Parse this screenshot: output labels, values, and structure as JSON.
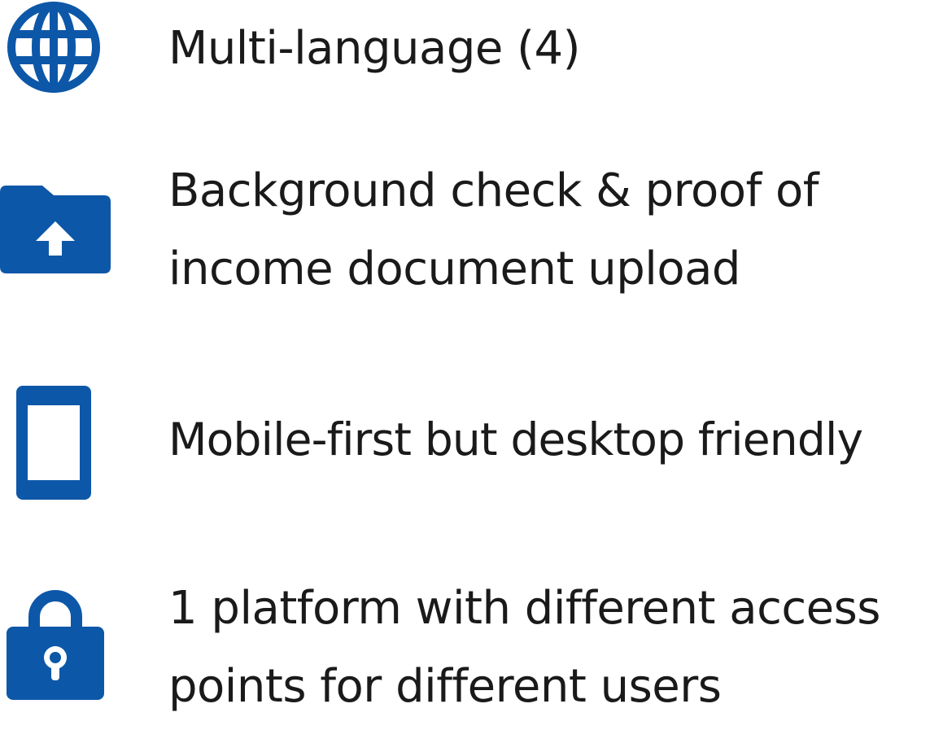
{
  "theme": {
    "icon_color": "#0d57a8",
    "text_color": "#1a1a1a",
    "background": "#ffffff"
  },
  "features": [
    {
      "icon": "globe-icon",
      "lines": [
        "Multi-language (4)"
      ]
    },
    {
      "icon": "folder-upload-icon",
      "lines": [
        "Background check & proof of",
        "income document upload"
      ]
    },
    {
      "icon": "tablet-icon",
      "lines": [
        "Mobile-first but desktop friendly"
      ]
    },
    {
      "icon": "lock-icon",
      "lines": [
        "1 platform with different access",
        "points for different users"
      ]
    }
  ]
}
